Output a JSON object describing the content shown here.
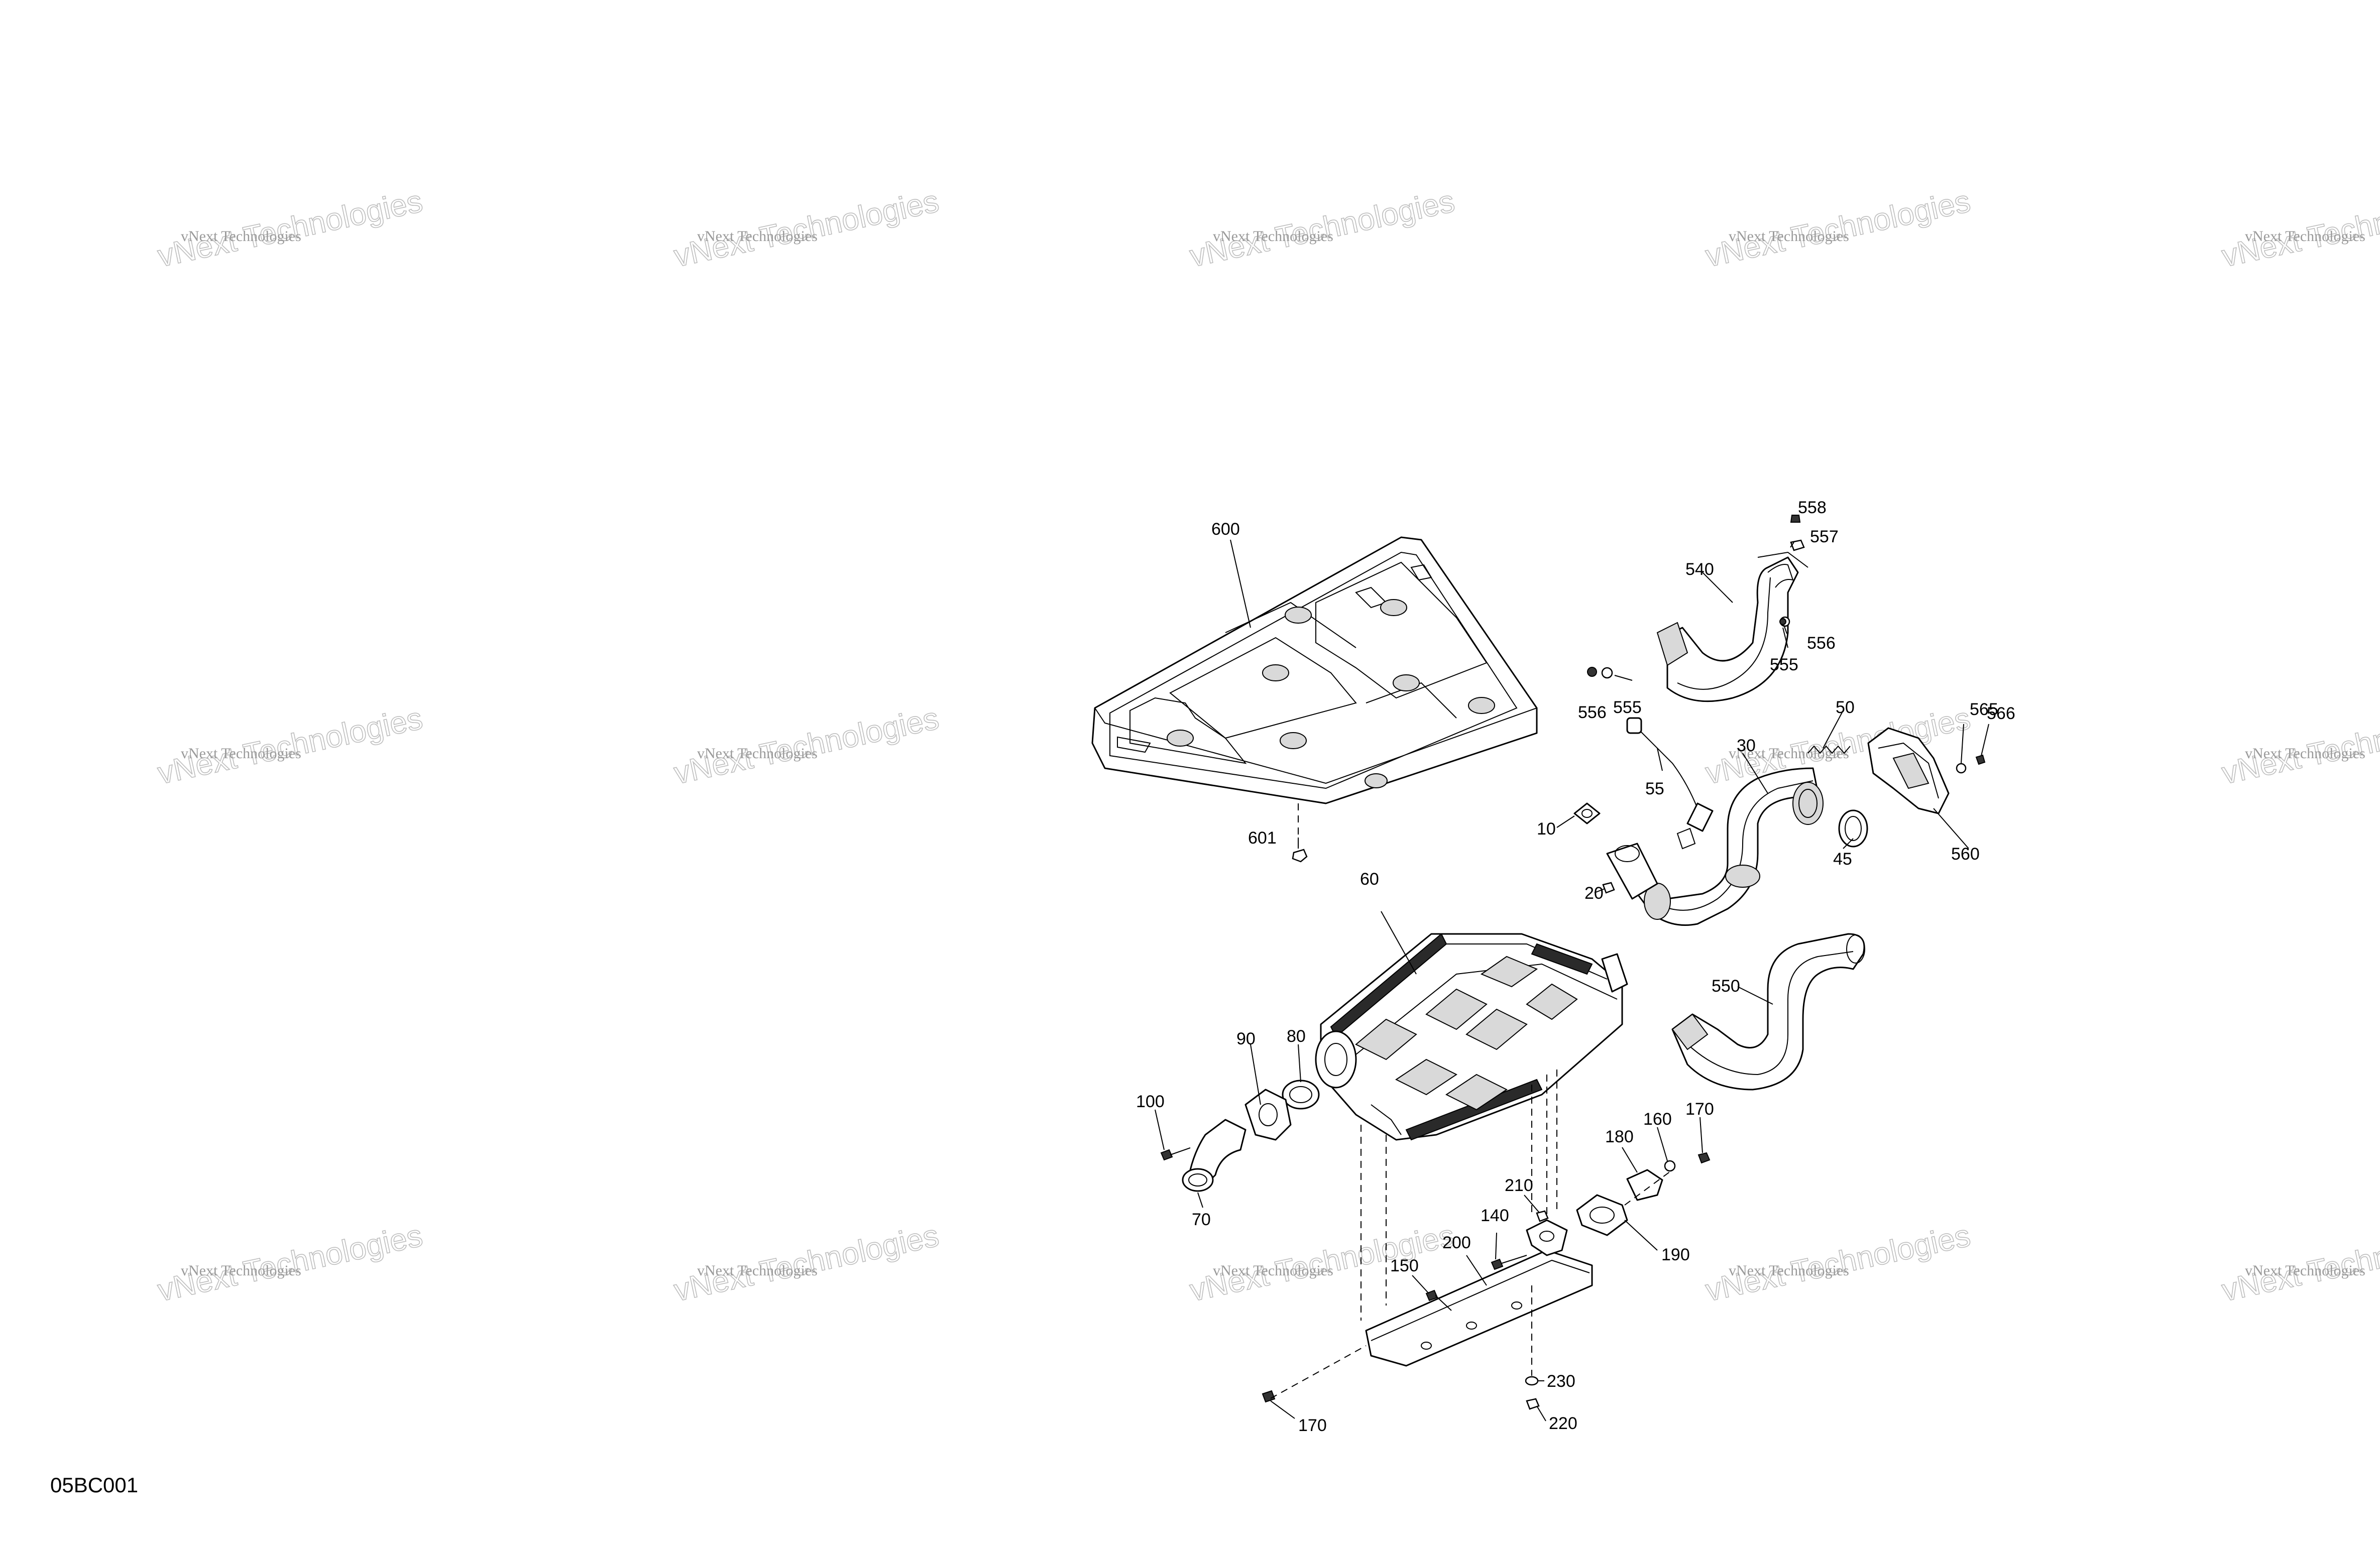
{
  "drawing": {
    "code": "05BC001",
    "watermark": {
      "line1": "vNext Technologies",
      "line2": "vNext Technologies"
    },
    "callouts": [
      "600",
      "601",
      "558",
      "557",
      "540",
      "556",
      "555",
      "556",
      "555",
      "50",
      "565",
      "566",
      "30",
      "55",
      "10",
      "45",
      "560",
      "20",
      "60",
      "550",
      "90",
      "80",
      "100",
      "70",
      "180",
      "160",
      "170",
      "210",
      "140",
      "190",
      "150",
      "200",
      "230",
      "220",
      "170"
    ]
  }
}
